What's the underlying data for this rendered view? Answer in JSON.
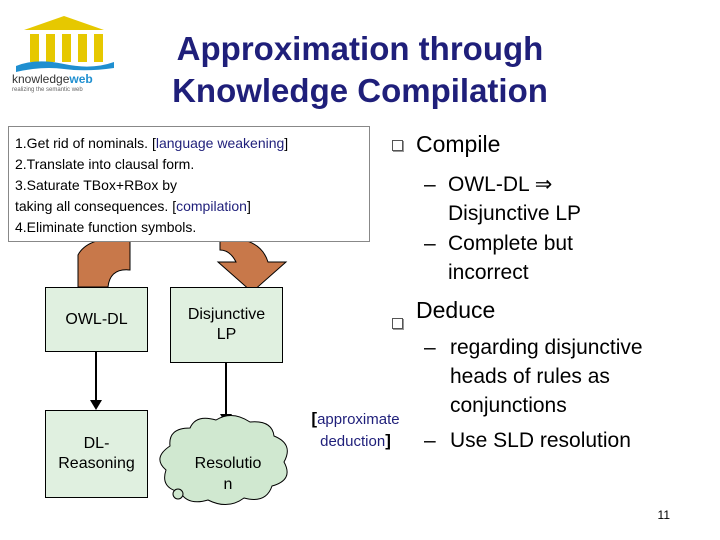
{
  "slide": {
    "title_line1": "Approximation through",
    "title_line2": "Knowledge Compilation",
    "page_number": "11"
  },
  "logo": {
    "brand_plain": "knowledge",
    "brand_accent": "web",
    "tagline": "realizing the semantic web",
    "colors": {
      "columns": "#e6c800",
      "roof": "#e6c800",
      "wave": "#1f8fd0",
      "accent": "#1f8fd0"
    }
  },
  "steps": [
    {
      "pre": "1.Get rid of nominals. [",
      "kw": "language weakening",
      "post": "]"
    },
    {
      "pre": "2.Translate into clausal form.",
      "kw": "",
      "post": ""
    },
    {
      "pre": "3.Saturate TBox+RBox by",
      "kw": "",
      "post": ""
    },
    {
      "pre": "taking all consequences. [",
      "kw": "compilation",
      "post": "]"
    },
    {
      "pre": "4.Eliminate function symbols.",
      "kw": "",
      "post": ""
    }
  ],
  "diagram": {
    "owl_dl": "OWL-DL",
    "dl_reasoning_1": "DL-",
    "dl_reasoning_2": "Reasoning",
    "disjunctive_lp_1": "Disjunctive",
    "disjunctive_lp_2": "LP",
    "resolution_1": "Resolutio",
    "resolution_2": "n",
    "approx_line1": "approximate",
    "approx_line2": "deduction",
    "colors": {
      "node_fill": "#e0f0e0",
      "arrow_fill": "#c8784a",
      "cloud_fill": "#d0e8d0"
    }
  },
  "bullets": {
    "compile": {
      "label": "Compile",
      "subs": [
        {
          "lines": [
            "OWL-DL ⇒",
            "Disjunctive LP"
          ]
        },
        {
          "lines": [
            "Complete but",
            "incorrect"
          ]
        }
      ]
    },
    "deduce": {
      "label": "Deduce",
      "subs": [
        {
          "lines": [
            "regarding disjunctive",
            "heads of rules as",
            "conjunctions"
          ]
        },
        {
          "lines": [
            "Use SLD resolution"
          ]
        }
      ]
    }
  }
}
